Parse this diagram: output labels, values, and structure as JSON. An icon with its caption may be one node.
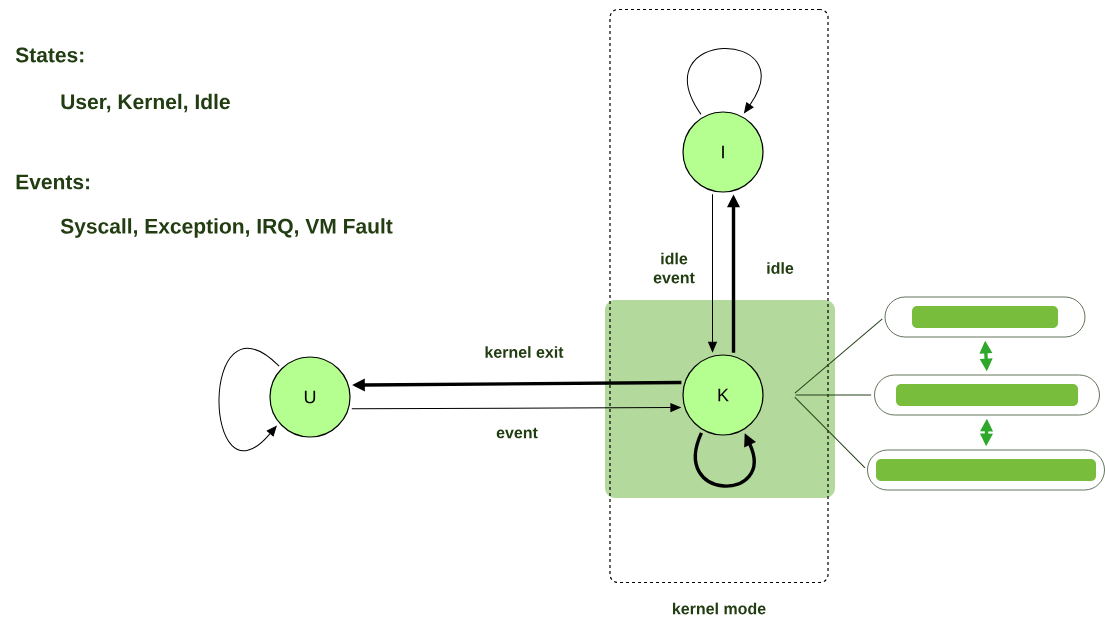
{
  "diagram": {
    "nodes": [
      {
        "text": [
          "kernel mode"
        ]
      },
      {
        "text": [
          "I"
        ],
        "in": 0
      },
      {
        "text": [
          "K"
        ],
        "in": 0
      },
      {
        "text": [
          "U"
        ]
      },
      {
        "text": [],
        "shape": "bar"
      },
      {
        "text": [],
        "shape": "bar"
      },
      {
        "text": [],
        "shape": "bar"
      }
    ],
    "edges": [
      {
        "from": 1,
        "to": 1,
        "arrow": "to"
      },
      {
        "from": 1,
        "to": 2,
        "arrow": "to",
        "label": "idle event"
      },
      {
        "from": 2,
        "to": 1,
        "arrow": "to",
        "label": "idle",
        "style": "thick"
      },
      {
        "from": 2,
        "to": 3,
        "arrow": "to",
        "label": "kernel exit",
        "style": "thick"
      },
      {
        "from": 3,
        "to": 2,
        "arrow": "to",
        "label": "event"
      },
      {
        "from": 3,
        "to": 3,
        "arrow": "to"
      },
      {
        "from": 2,
        "to": 2,
        "arrow": "to",
        "style": "thick"
      },
      {
        "from": 2,
        "to": 4,
        "arrow": "none",
        "color": "#24421a"
      },
      {
        "from": 2,
        "to": 5,
        "arrow": "none",
        "color": "#24421a"
      },
      {
        "from": 2,
        "to": 6,
        "arrow": "none",
        "color": "#24421a"
      },
      {
        "from": 4,
        "to": 5,
        "arrow": "both",
        "color": "#2ea82a",
        "style": "thick"
      },
      {
        "from": 5,
        "to": 6,
        "arrow": "both",
        "color": "#2ea82a",
        "style": "thick"
      }
    ],
    "labels": [
      "States:",
      "User, Kernel, Idle",
      "Events:",
      "Syscall, Exception, IRQ, VM Fault"
    ]
  }
}
